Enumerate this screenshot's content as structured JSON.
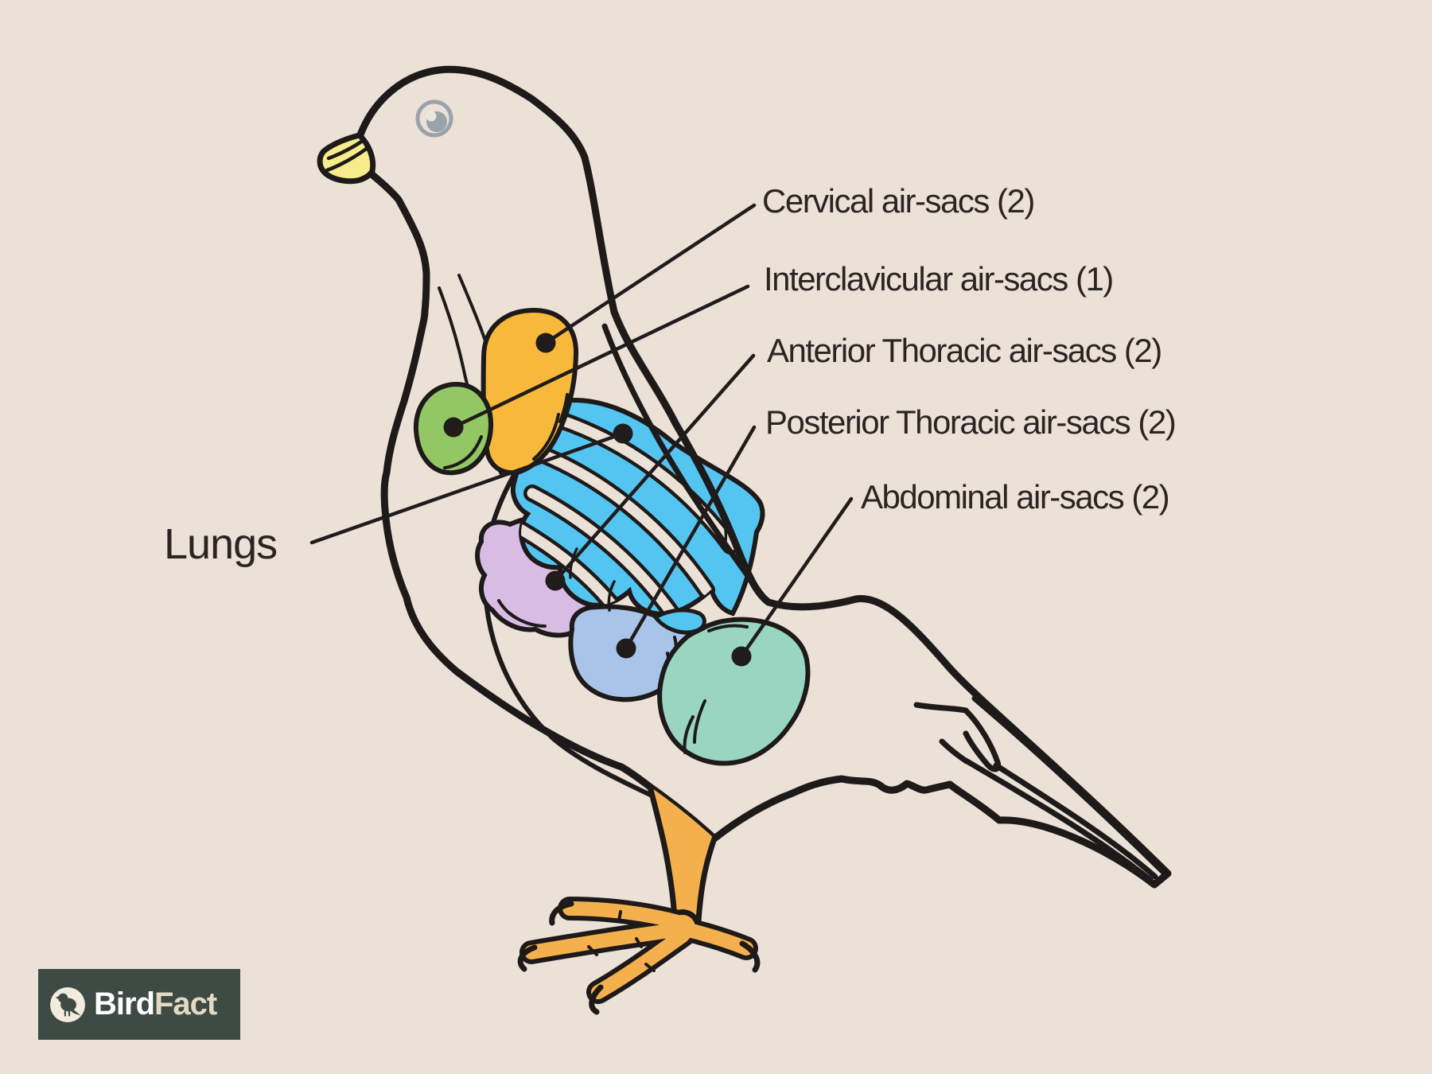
{
  "diagram": {
    "title_context": "Bird respiratory system air-sacs diagram",
    "labels": {
      "cervical": "Cervical air-sacs (2)",
      "interclavicular": "Interclavicular air-sacs (1)",
      "anterior_thoracic": "Anterior Thoracic air-sacs (2)",
      "posterior_thoracic": "Posterior Thoracic air-sacs (2)",
      "abdominal": "Abdominal air-sacs (2)",
      "lungs": "Lungs"
    },
    "colors": {
      "background": "#ECE1D6",
      "outline": "#1D1A19",
      "cervical": "#F8B83C",
      "interclavicular": "#92C764",
      "lungs": "#54C4F0",
      "anterior_thoracic": "#D9BCE4",
      "posterior_thoracic": "#A9C4E9",
      "abdominal": "#99D5C0",
      "beak": "#F7EC8B",
      "leg": "#F5B04E",
      "eye_gray": "#9AA2AB",
      "text": "#2B2522"
    }
  },
  "logo": {
    "brand_bird": "Bird",
    "brand_fact": "Fact",
    "bg": "#3E4B45",
    "icon": "bird-icon"
  }
}
